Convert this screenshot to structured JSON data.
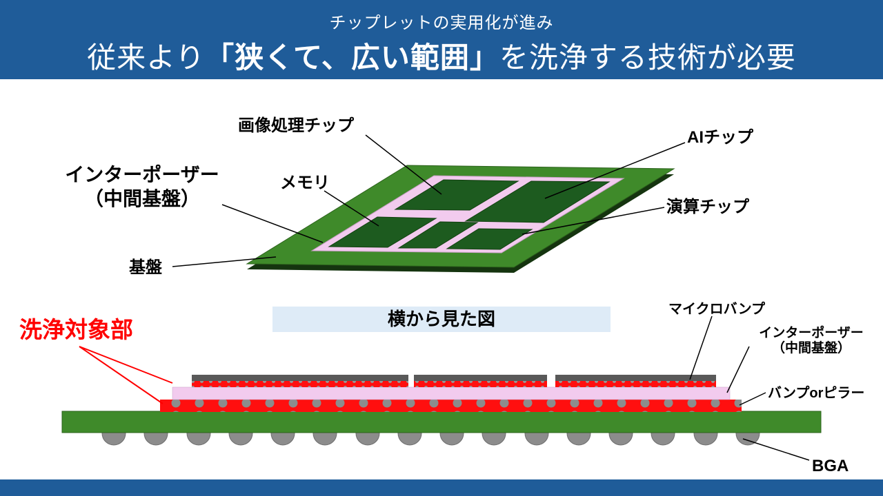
{
  "header": {
    "subtitle": "チップレットの実用化が進み",
    "title_prefix": "従来より",
    "title_emphasis": "「狭くて、広い範囲」",
    "title_suffix": "を洗浄する技術が必要"
  },
  "iso_view": {
    "label_image_chip": "画像処理チップ",
    "label_ai_chip": "AIチップ",
    "label_interposer_1": "インターポーザー",
    "label_interposer_2": "（中間基盤）",
    "label_memory": "メモリ",
    "label_compute_chip": "演算チップ",
    "label_substrate": "基盤"
  },
  "side_view": {
    "view_title": "横から見た図",
    "label_cleaning_target": "洗浄対象部",
    "label_micro_bump": "マイクロバンプ",
    "label_interposer_1": "インターポーザー",
    "label_interposer_2": "（中間基盤）",
    "label_bump_or_pillar": "バンプorピラー",
    "label_bga": "BGA"
  },
  "colors": {
    "header_bg": "#1F5C99",
    "accent_red": "#FF0000",
    "board_green": "#3F8A2A",
    "chip_dark_green": "#1D5B1F",
    "interposer_pink": "#F2CBEE",
    "chip_gray": "#595959",
    "ball_gray": "#8C8C8C",
    "view_box_bg": "#DEEBF7"
  }
}
